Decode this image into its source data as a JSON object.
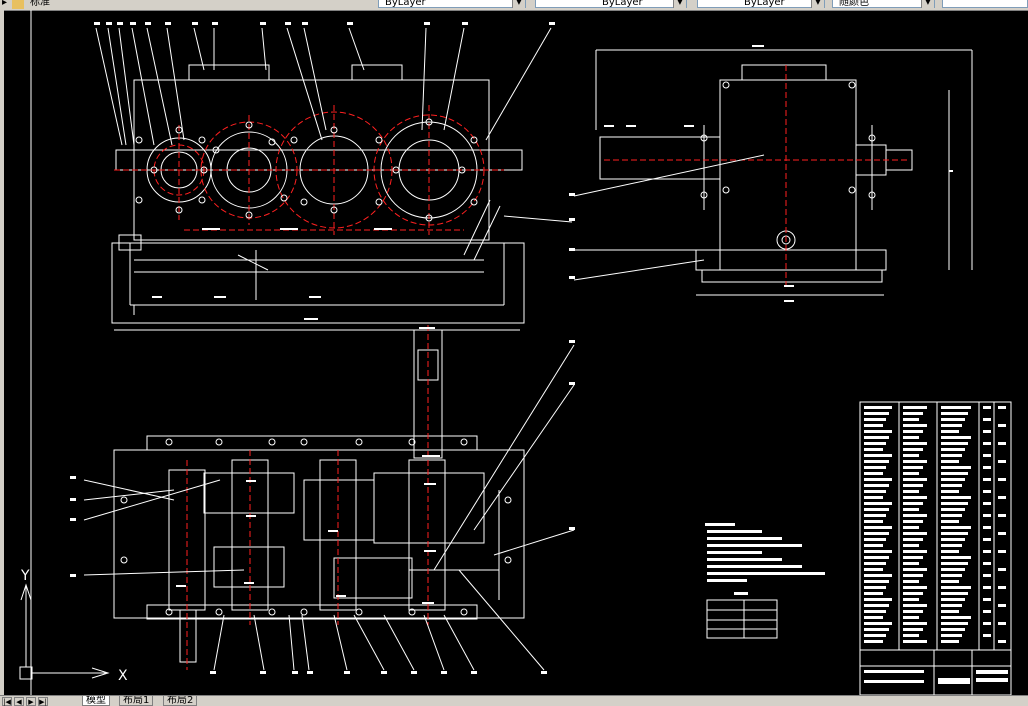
{
  "toolbar": {
    "style_name": "标准",
    "layer_combo": "ByLayer",
    "color_combo": "ByLayer",
    "linetype_combo": "ByLayer",
    "color_mode": "随颜色"
  },
  "ucs": {
    "y_label": "Y",
    "x_label": "X"
  },
  "tabs": [
    {
      "label": "模型",
      "active": true
    },
    {
      "label": "布局1",
      "active": false
    },
    {
      "label": "布局2",
      "active": false
    }
  ],
  "drawing": {
    "line_color": "#ffffff",
    "centerline_color": "#ff2020",
    "background": "#000000"
  }
}
